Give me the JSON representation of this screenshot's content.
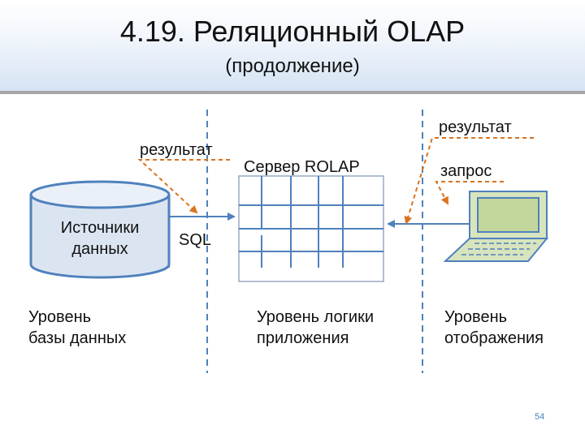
{
  "slide": {
    "title": "4.19. Реляционный OLAP",
    "subtitle": "(продолжение)",
    "page_number": "54"
  },
  "labels": {
    "result_left": "результат",
    "result_right": "результат",
    "server": "Сервер ROLAP",
    "request": "запрос",
    "db_line1": "Источники",
    "db_line2": "данных",
    "sql": "SQL",
    "level_db_line1": "Уровень",
    "level_db_line2": "базы данных",
    "level_logic_line1": "Уровень логики",
    "level_logic_line2": "приложения",
    "level_display_line1": "Уровень",
    "level_display_line2": "отображения"
  },
  "colors": {
    "divider": "#4f81bd",
    "arrow_blue": "#4f81bd",
    "arrow_orange": "#d9731f",
    "db_fill": "#dbe5f1",
    "grid_fill": "#ffffff",
    "laptop_screen": "#c3d69b",
    "laptop_body": "#d7e4bd"
  },
  "icons": {
    "database": "database-cylinder-icon",
    "server": "server-grid-icon",
    "client": "laptop-icon"
  }
}
